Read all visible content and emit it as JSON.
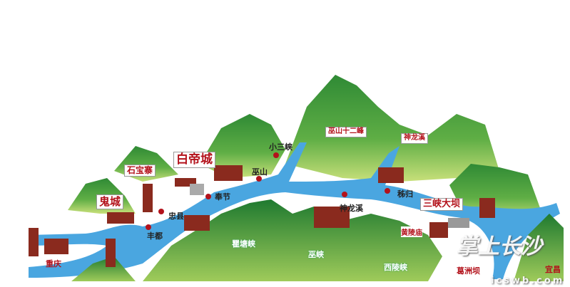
{
  "colors": {
    "mountain": "#3f9a3a",
    "mountain_light": "#b9d86a",
    "river": "#4aa6e0",
    "label_red": "#b3121b"
  },
  "boxed_labels": {
    "guicheng": "鬼城",
    "shibaozhai": "石宝寨",
    "baidicheng": "白帝城",
    "wushan_12": "巫山十二峰",
    "shenlongxi_top": "神龙溪",
    "sanxia_daba": "三峡大坝"
  },
  "towns": {
    "chongqing": "重庆",
    "fengdu": "丰都",
    "zhongxian": "忠县",
    "fengjie": "奉节",
    "wushan": "巫山",
    "xiaosanxia": "小三峡",
    "shenlongxi": "神龙溪",
    "zigui": "秭归",
    "huanglingmiao": "黄陵庙",
    "gezhouba": "葛洲坝",
    "yichang": "宜昌"
  },
  "gorges": {
    "qutang": "瞿塘峡",
    "wuxia": "巫峡",
    "xiling": "西陵峡"
  },
  "watermark": {
    "logo": "掌上长沙",
    "url": "icswb.com"
  }
}
